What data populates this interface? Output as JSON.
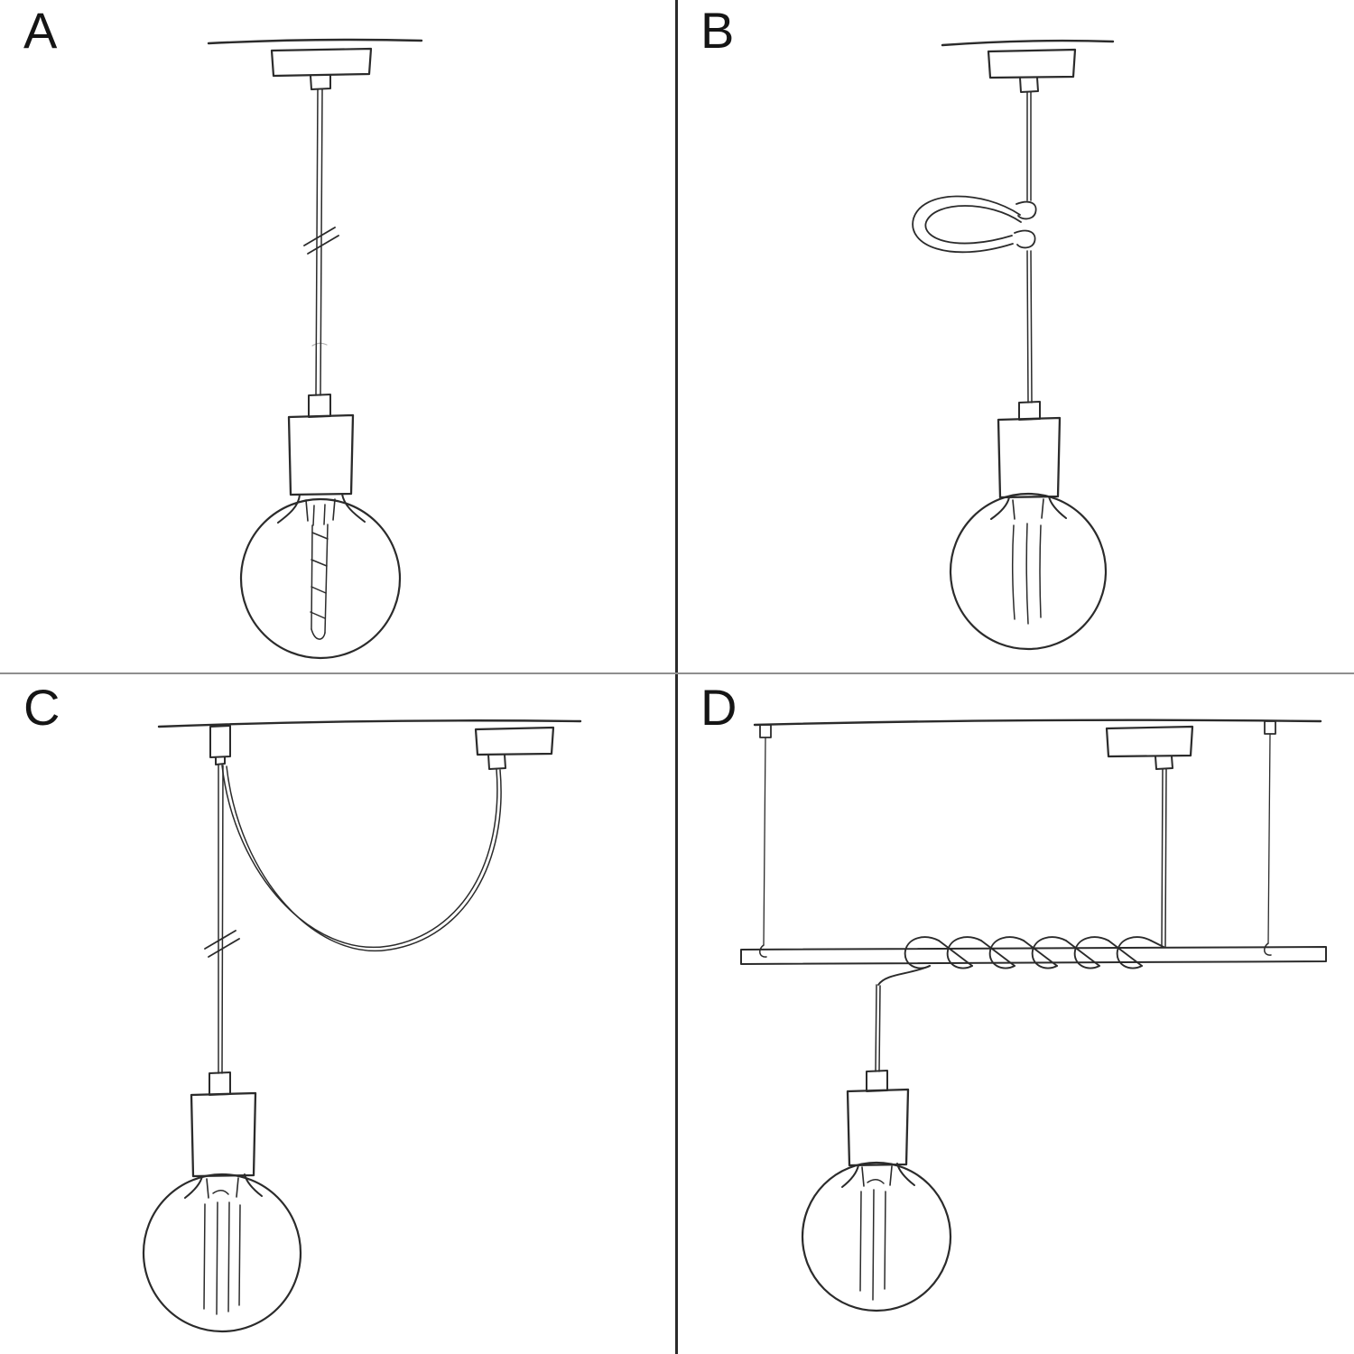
{
  "page": {
    "background_color": "#ffffff",
    "ink_color": "#2b2b2b"
  },
  "panels": [
    {
      "label": "A",
      "drawing": "pendant-lamp-straight-drop-sketch"
    },
    {
      "label": "B",
      "drawing": "pendant-lamp-cable-tie-loop-sketch"
    },
    {
      "label": "C",
      "drawing": "pendant-lamp-swag-ceiling-hook-sketch"
    },
    {
      "label": "D",
      "drawing": "pendant-lamp-coiled-on-suspended-bar-sketch"
    }
  ]
}
